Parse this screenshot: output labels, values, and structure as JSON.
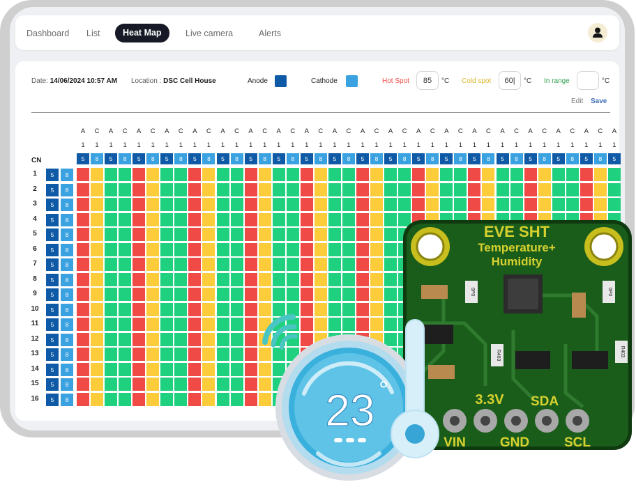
{
  "colors": {
    "anode": "#0f5aa6",
    "cathode": "#3aa2e0",
    "hot": "#ef4a45",
    "cold": "#fdcc3a",
    "ok": "#1fd17e",
    "hot_text": "#ef4a45",
    "cold_text": "#d9b52a",
    "ok_text": "#2e9d4f",
    "link": "#3d6fb6"
  },
  "nav": {
    "tabs": [
      {
        "label": "Dashboard",
        "active": false
      },
      {
        "label": "List",
        "active": false
      },
      {
        "label": "Heat Map",
        "active": true
      },
      {
        "label": "Live camera",
        "active": false
      },
      {
        "label": "Alerts",
        "active": false
      }
    ],
    "avatar_icon": "user-icon"
  },
  "header": {
    "date_label": "Date:",
    "date_value": "14/06/2024 10:57 AM",
    "location_label": "Location :",
    "location_value": "DSC Cell House",
    "anode_label": "Anode",
    "cathode_label": "Cathode",
    "hot_label": "Hot Spot",
    "hot_value": "85",
    "cold_label": "Cold spot",
    "cold_value": "60|",
    "range_label": "In range",
    "range_value": "",
    "unit": "°C",
    "edit_label": "Edit",
    "save_label": "Save"
  },
  "heatmap": {
    "corner_label": "CN",
    "columns": [
      "A",
      "C",
      "A",
      "C",
      "A",
      "C",
      "A",
      "C",
      "A",
      "C",
      "A",
      "C",
      "A",
      "C",
      "A",
      "C",
      "A",
      "C",
      "A",
      "C",
      "A",
      "C",
      "A",
      "C",
      "A",
      "C",
      "A",
      "C",
      "A",
      "C",
      "A",
      "C",
      "A",
      "C",
      "A",
      "C",
      "A",
      "C",
      "A"
    ],
    "column_index": [
      "1",
      "1",
      "1",
      "1",
      "1",
      "1",
      "1",
      "1",
      "1",
      "1",
      "1",
      "1",
      "1",
      "1",
      "1",
      "1",
      "1",
      "1",
      "1",
      "1",
      "1",
      "1",
      "1",
      "1",
      "1",
      "1",
      "1",
      "1",
      "1",
      "1",
      "1",
      "1",
      "1",
      "1",
      "1",
      "1",
      "1",
      "1",
      "1"
    ],
    "column_badges": [
      "5",
      "8",
      "5",
      "8",
      "5",
      "8",
      "5",
      "8",
      "5",
      "8",
      "5",
      "8",
      "5",
      "8",
      "5",
      "8",
      "5",
      "8",
      "5",
      "8",
      "5",
      "8",
      "5",
      "8",
      "5",
      "8",
      "5",
      "8",
      "5",
      "8",
      "5",
      "8",
      "5",
      "8",
      "5",
      "8",
      "5",
      "8",
      "5"
    ],
    "rows": [
      "1",
      "2",
      "3",
      "4",
      "5",
      "6",
      "7",
      "8",
      "9",
      "10",
      "11",
      "12",
      "13",
      "14",
      "15",
      "16"
    ],
    "row_badges": [
      "5",
      "8"
    ],
    "pattern": [
      "hot",
      "cold",
      "ok",
      "ok",
      "hot",
      "cold",
      "ok",
      "ok",
      "hot",
      "cold",
      "ok",
      "ok",
      "hot",
      "cold",
      "ok",
      "ok",
      "hot",
      "cold",
      "ok",
      "ok",
      "hot",
      "cold",
      "ok",
      "ok",
      "hot",
      "cold",
      "ok",
      "ok",
      "hot",
      "cold",
      "ok",
      "ok",
      "hot",
      "cold",
      "ok",
      "ok",
      "hot",
      "cold",
      "ok"
    ]
  },
  "sensor": {
    "title": "EVE SHT",
    "subtitle_1": "Temperature+",
    "subtitle_2": "Humidity",
    "pins": [
      "VIN",
      "GND",
      "SCL"
    ],
    "pin_labels_top": [
      "3.3V",
      "SDA"
    ],
    "chip_labels": [
      "0P0",
      "0P0",
      "R403",
      "R403"
    ]
  },
  "thermo": {
    "temperature": "23",
    "degree": "°"
  }
}
